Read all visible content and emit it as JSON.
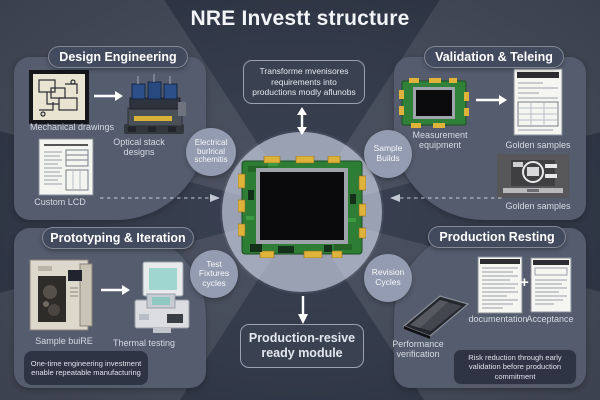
{
  "title": "NRE Investt structure",
  "colors": {
    "background": "#333a49",
    "panel": "#545c6e",
    "header_pill": "#424a5e",
    "bubble": "#939cb0",
    "center_circle": "#99a1b3",
    "pcb_green": "#2e7d35",
    "gold_pad": "#dfb23c"
  },
  "center": {
    "top_note": "Transforme mvenisores requirements into productions modly aflunobs",
    "bottom_label": "Production-resive ready module"
  },
  "quadrants": {
    "design": {
      "header": "Design Engineering",
      "mechanical_label": "Mechanical drawings",
      "optical_label": "Optical stack designs",
      "custom_lcd_label": "Custom LCD",
      "bubble": "Electrical burlrical schemitis"
    },
    "validation": {
      "header": "Validation & Teleing",
      "measurement_label": "Measurement equipment",
      "golden_top_label": "Golden samples",
      "golden_bottom_label": "Golden samples",
      "bubble": "Sample Builds"
    },
    "prototyping": {
      "header": "Prototyping & Iteration",
      "sample_label": "Sample buiRE",
      "thermal_label": "Thermal testing",
      "note": "One-time engineering investment enable repeatable manufacturing",
      "bubble": "Test Fixtures cycles"
    },
    "production": {
      "header": "Production Resting",
      "performance_label": "Performance verification",
      "documentation_label": "documentation",
      "acceptance_label": "Acceptance",
      "plus": "+",
      "note": "Risk reduction through early validation before production commitment",
      "bubble": "Revision Cycles"
    }
  }
}
